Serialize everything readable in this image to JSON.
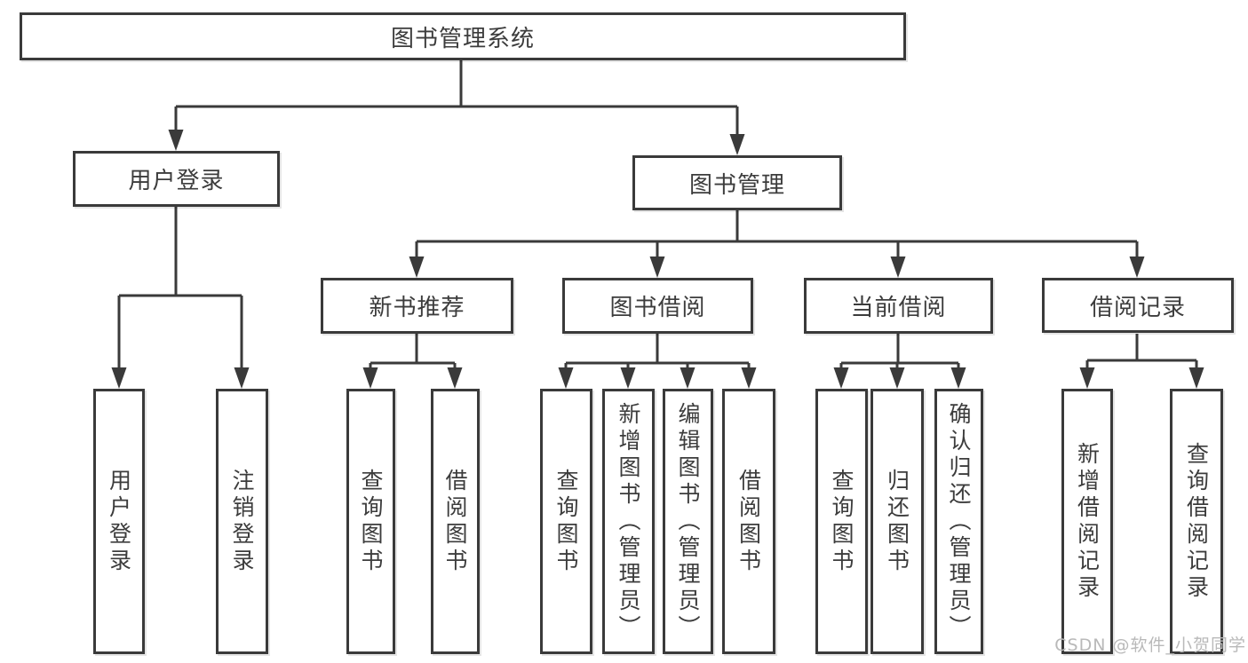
{
  "diagram_type": "hierarchy-tree",
  "colors": {
    "line": "#3a3a3a",
    "box_border": "#3a3a3a",
    "box_fill": "#ffffff",
    "text": "#3c3c3c",
    "background": "#ffffff",
    "watermark": "#b9b9b9"
  },
  "tree": {
    "label": "图书管理系统",
    "children": [
      {
        "label": "用户登录",
        "children": [
          {
            "label": "用户登录"
          },
          {
            "label": "注销登录"
          }
        ]
      },
      {
        "label": "图书管理",
        "children": [
          {
            "label": "新书推荐",
            "children": [
              {
                "label": "查询图书"
              },
              {
                "label": "借阅图书"
              }
            ]
          },
          {
            "label": "图书借阅",
            "children": [
              {
                "label": "查询图书"
              },
              {
                "label": "新增图书（管理员）"
              },
              {
                "label": "编辑图书（管理员）"
              },
              {
                "label": "借阅图书"
              }
            ]
          },
          {
            "label": "当前借阅",
            "children": [
              {
                "label": "查询图书"
              },
              {
                "label": "归还图书"
              },
              {
                "label": "确认归还（管理员）"
              }
            ]
          },
          {
            "label": "借阅记录",
            "children": [
              {
                "label": "新增借阅记录"
              },
              {
                "label": "查询借阅记录"
              }
            ]
          }
        ]
      }
    ]
  },
  "watermark": {
    "text": "CSDN @软件_小贺同学"
  }
}
